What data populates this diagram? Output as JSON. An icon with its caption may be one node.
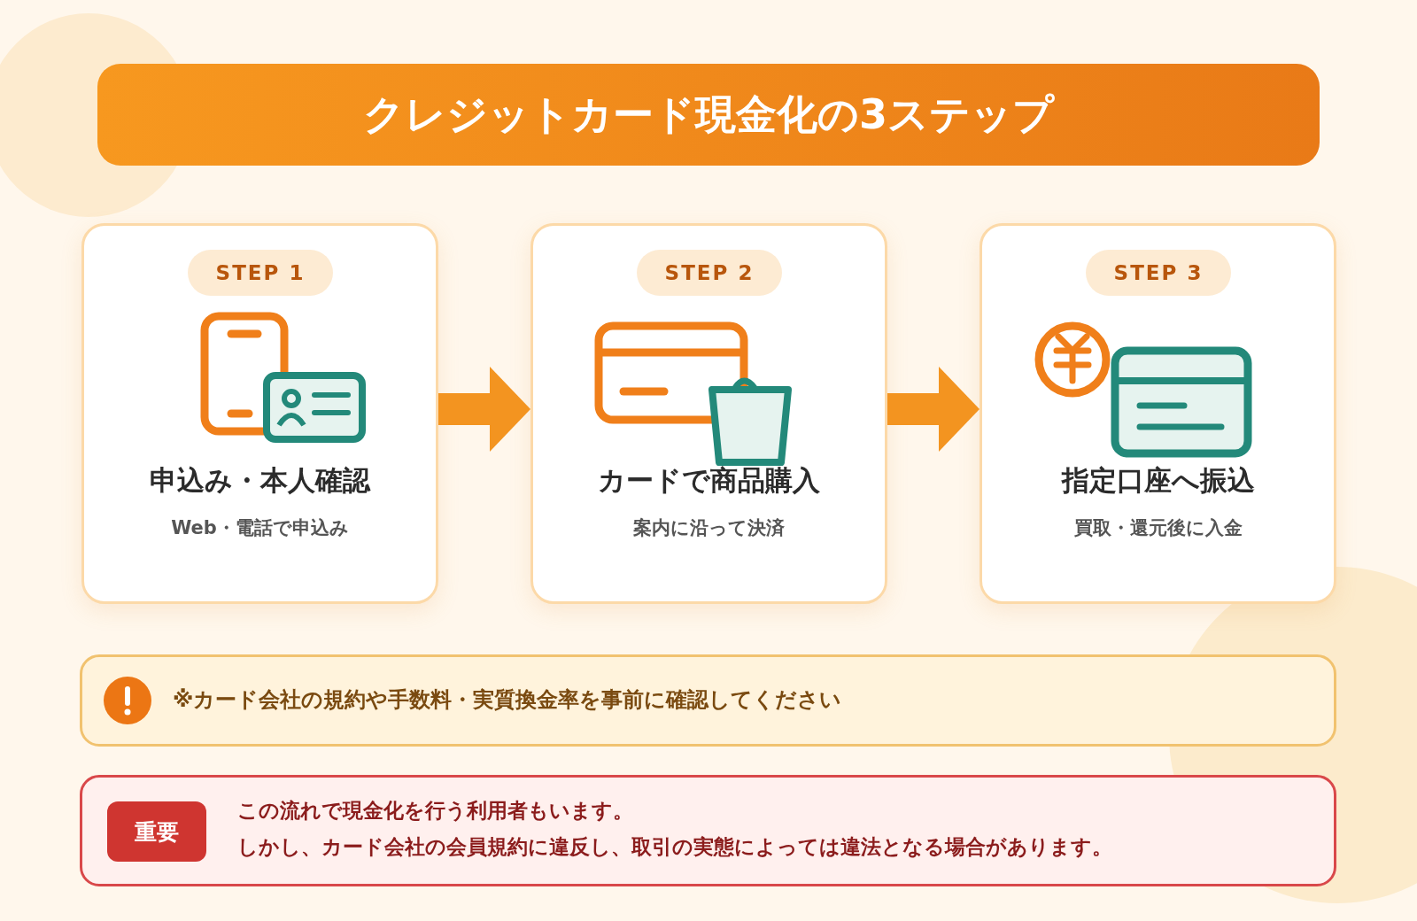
{
  "diagram": {
    "title": "クレジットカード現金化の3ステップ",
    "nodes": [
      {
        "text": [
          "申込み・本人確認",
          "Web・電話で申込み"
        ]
      },
      {
        "text": [
          "STEP 1"
        ],
        "in": 0
      },
      {
        "text": [
          "カードで商品購入",
          "案内に沿って決済"
        ]
      },
      {
        "text": [
          "STEP 2"
        ],
        "in": 2
      },
      {
        "text": [
          "指定口座へ振込",
          "買取・還元後に入金"
        ]
      },
      {
        "text": [
          "STEP 3"
        ],
        "in": 4
      },
      {
        "text": [
          "※カード会社の規約や手数料・実質換金率を事前に確認してください"
        ]
      },
      {
        "text": [
          "この流れで現金化を行う利用者もいます。",
          "しかし、カード会社の会員規約に違反し、取引の実態によっては違法となる場合があります。"
        ]
      },
      {
        "text": [
          "重要"
        ],
        "in": 7
      }
    ],
    "edges": [
      {
        "from": 0,
        "to": 2,
        "arrow": "to"
      },
      {
        "from": 2,
        "to": 4,
        "arrow": "to"
      }
    ]
  }
}
